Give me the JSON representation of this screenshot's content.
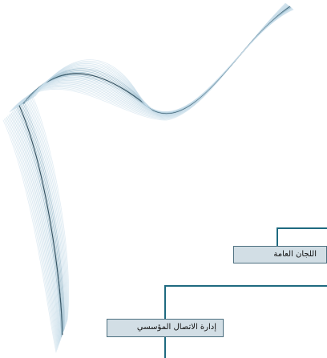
{
  "org_chart": {
    "units": [
      {
        "id": "general-committees",
        "label": "اللجان العامة"
      },
      {
        "id": "corporate-communication",
        "label": "إدارة الاتصال المؤسسي"
      }
    ]
  },
  "colors": {
    "box_fill": "#d2dee5",
    "box_border": "#4c6f7f",
    "connector": "#1f6a80",
    "wave_light": "#c8dde9",
    "wave_mid": "#9fbfd0",
    "wave_dark": "#2e4f60"
  }
}
